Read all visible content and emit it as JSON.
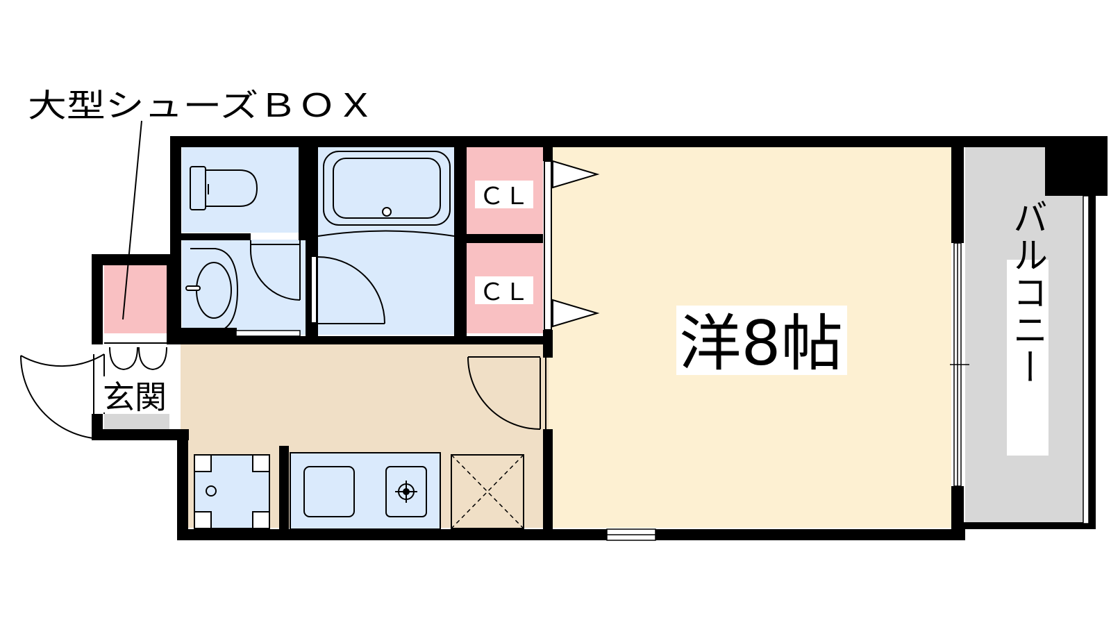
{
  "labels": {
    "shoe_box": "大型シューズＢＯＸ",
    "entrance": "玄関",
    "closet_upper": "ＣＬ",
    "closet_lower": "ＣＬ",
    "western_room": "洋8帖",
    "balcony": "バルコニー"
  },
  "colors": {
    "wall": "#000000",
    "water_area": "#daeafc",
    "closet": "#f9c0c2",
    "kitchen_floor": "#f0dfc6",
    "room_floor": "#fdf0d2",
    "balcony": "#d7d7d7",
    "entrance_floor": "#d7d7d7"
  }
}
